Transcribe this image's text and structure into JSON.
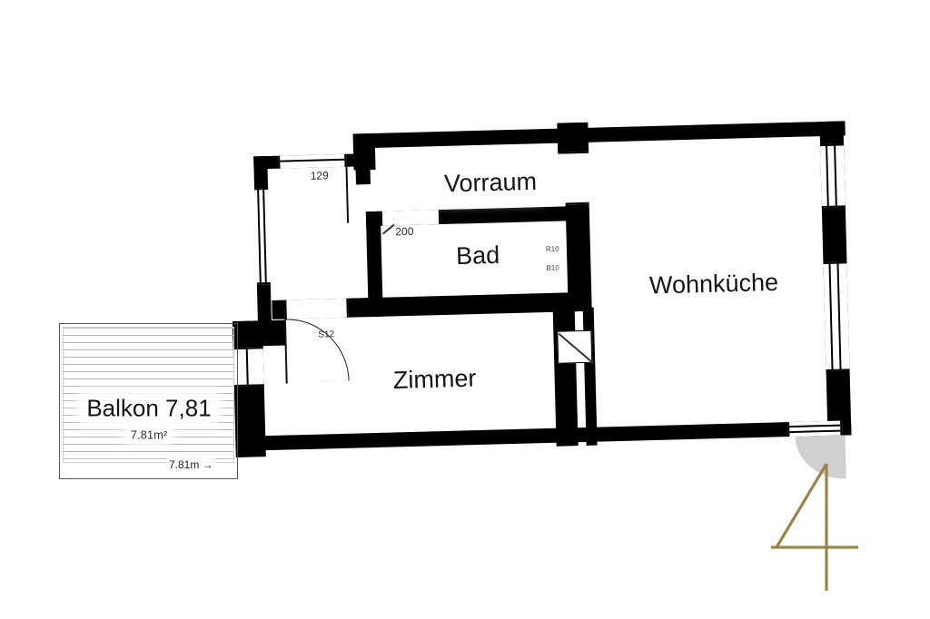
{
  "rooms": {
    "vorraum": {
      "label": "Vorraum"
    },
    "bad": {
      "label": "Bad"
    },
    "wohnkueche": {
      "label": "Wohnküche"
    },
    "zimmer": {
      "label": "Zimmer"
    },
    "balkon": {
      "label": "Balkon 7,81",
      "area": "7.81m²",
      "dimension": "7.81m",
      "dim_arrow": "→"
    }
  },
  "annotations": {
    "door_width": "129",
    "door_height": "200",
    "entry_note": "S12",
    "bath_note_top": "R10",
    "bath_note_bottom": "B10"
  },
  "logo": {
    "numeral": "4",
    "color": "#a08349"
  },
  "colors": {
    "wall": "#000000",
    "balcony_hatch": "#b8b8b8",
    "door_arc": "#c8c8c8"
  }
}
